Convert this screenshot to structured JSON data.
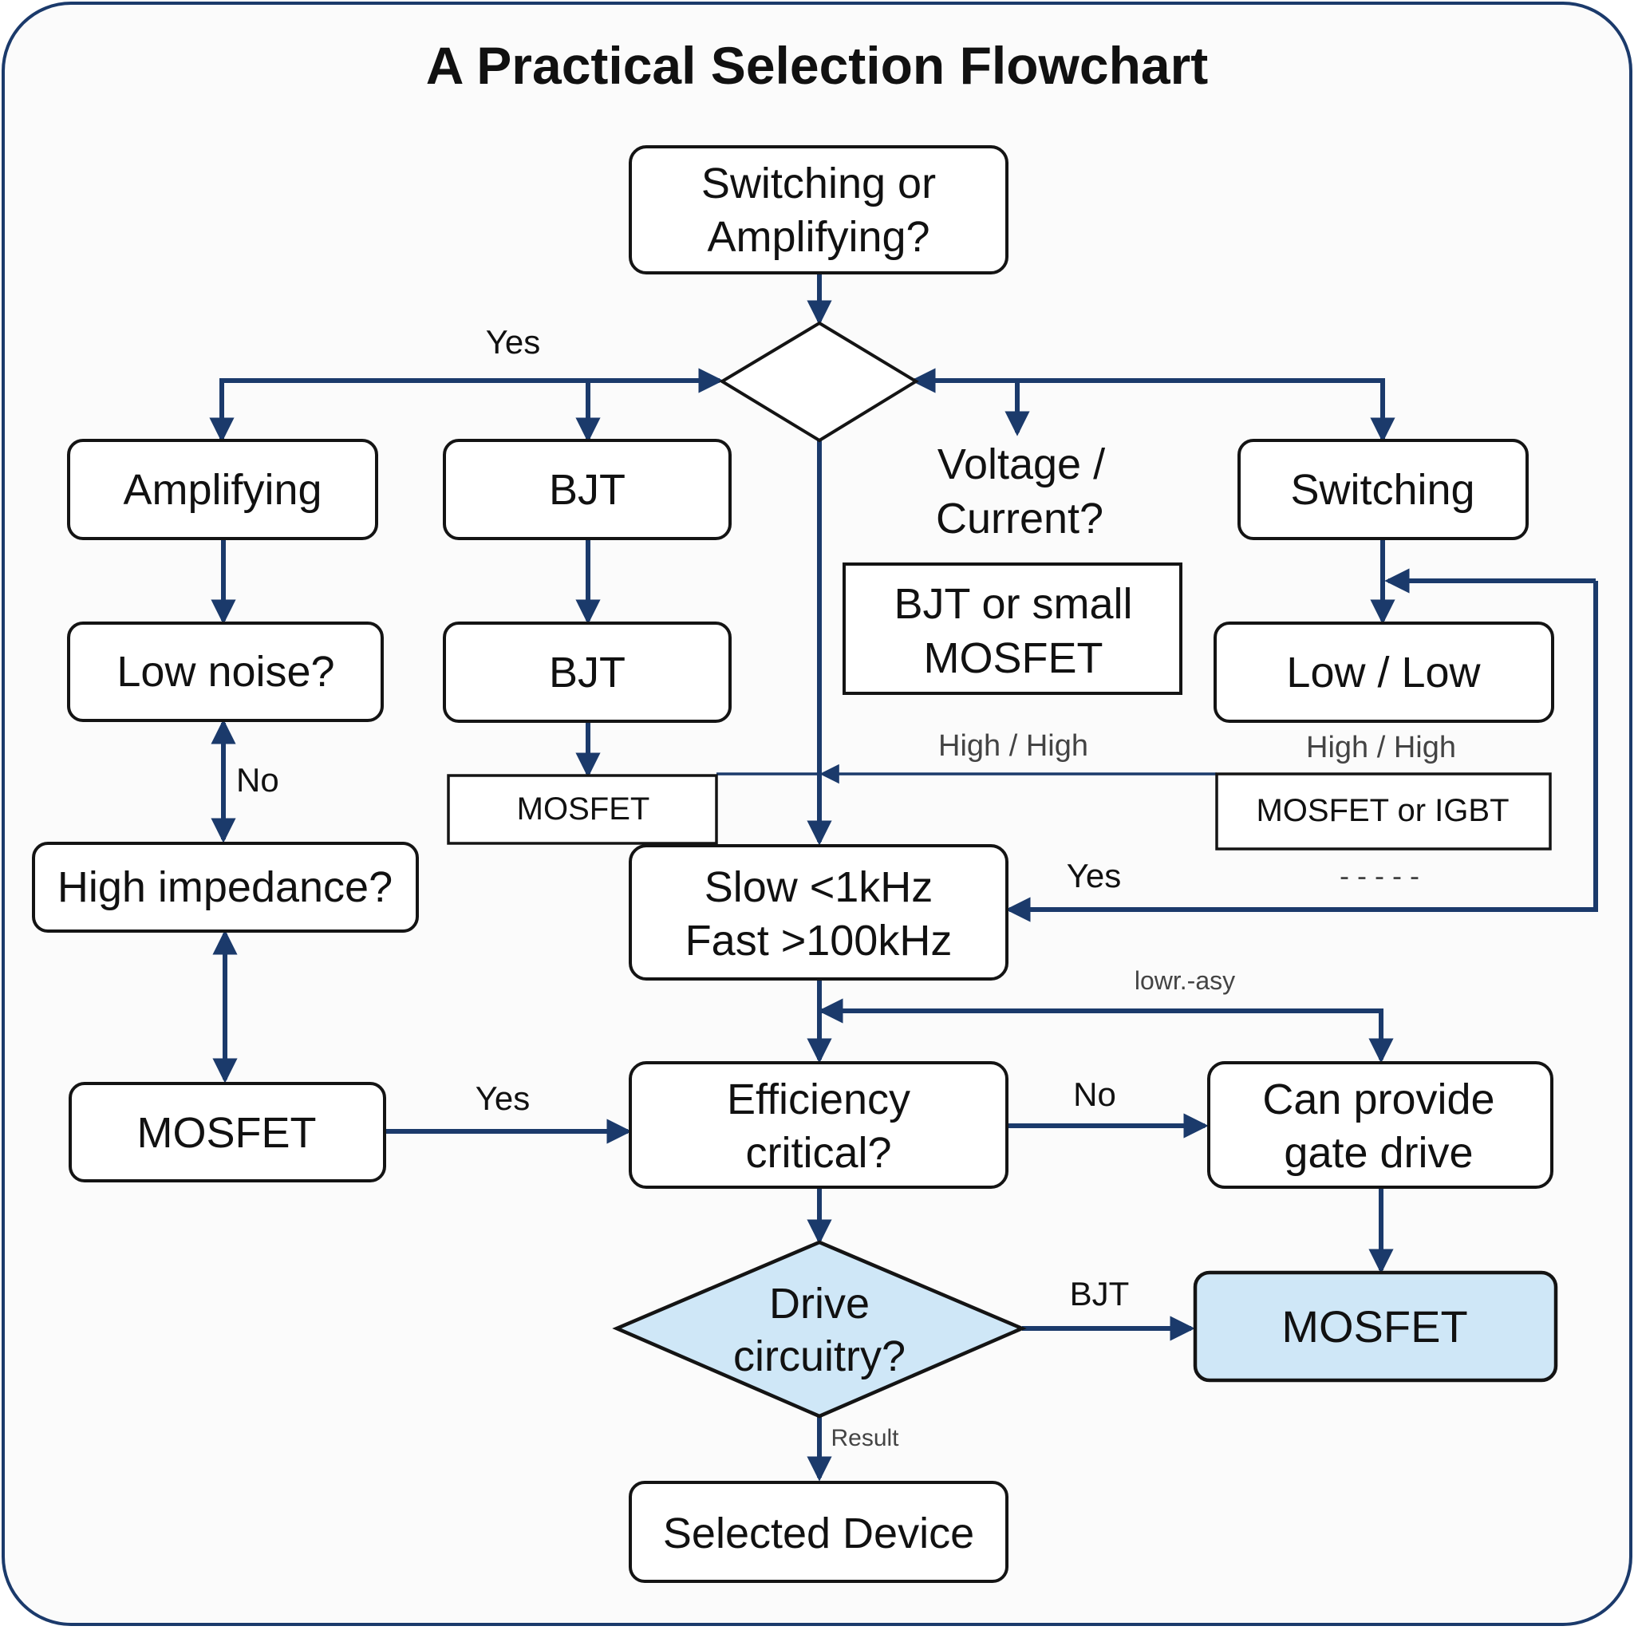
{
  "title": "A Practical Selection Flowchart",
  "colors": {
    "connector": "#1b3a6b",
    "highlight_fill": "#cfe7f7",
    "border": "#141414"
  },
  "nodes": {
    "start": [
      "Switching or",
      "Amplifying?"
    ],
    "amplifying": "Amplifying",
    "bjt_top": "BJT",
    "voltage_current": [
      "Voltage /",
      "Current?"
    ],
    "switching": "Switching",
    "low_noise": "Low noise?",
    "bjt_mid": "BJT",
    "bjt_or_small_mosfet": [
      "BJT or small",
      "MOSFET"
    ],
    "low_low": "Low / Low",
    "mosfet_small": "MOSFET",
    "mosfet_or_igbt": "MOSFET or IGBT",
    "high_impedance": "High impedance?",
    "speed": [
      "Slow <1kHz",
      "Fast >100kHz"
    ],
    "mosfet_left": "MOSFET",
    "efficiency": [
      "Efficiency",
      "critical?"
    ],
    "gate_drive": [
      "Can provide",
      "gate drive"
    ],
    "drive_circuitry": [
      "Drive",
      "circuitry?"
    ],
    "mosfet_result": "MOSFET",
    "selected_device": "Selected Device"
  },
  "edge_labels": {
    "yes_top": "Yes",
    "no_left": "No",
    "high_high_mid": "High / High",
    "high_high_right": "High / High",
    "yes_right": "Yes",
    "dashes": "- - - - -",
    "lowr_easy": "lowr.-asy",
    "yes_left": "Yes",
    "no_mid": "No",
    "bjt_edge": "BJT",
    "result": "Result"
  }
}
